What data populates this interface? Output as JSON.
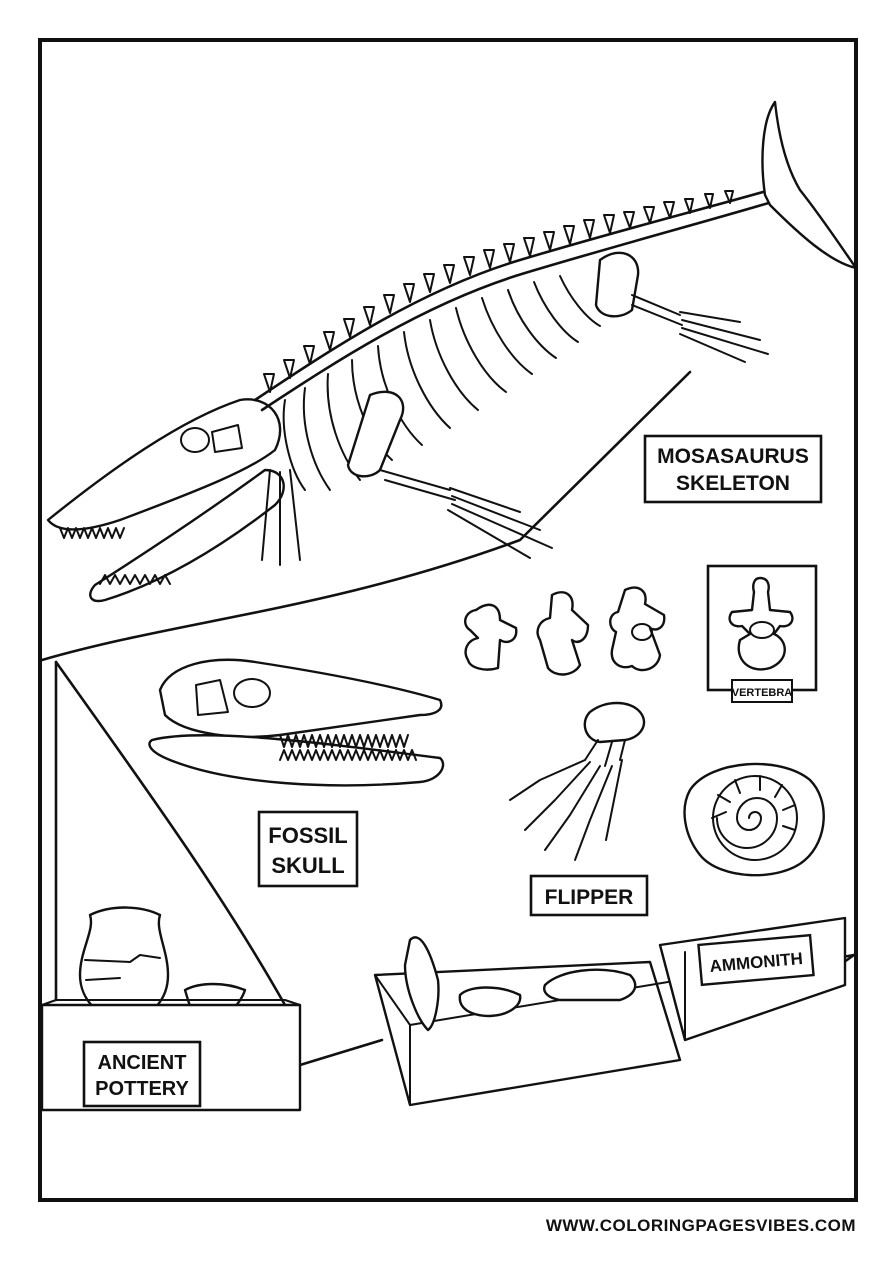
{
  "labels": {
    "mosasaurus": [
      "MOSASAURUS",
      "SKELETON"
    ],
    "fossil_skull": [
      "FOSSIL",
      "SKULL"
    ],
    "flipper": "FLIPPER",
    "vertebra": "VERTEBRA",
    "ancient_pottery": [
      "ANCIENT",
      "POTTERY"
    ],
    "ammonith": "AMMONITH"
  },
  "credit": "WWW.COLORINGPAGESVIBES.COM",
  "colors": {
    "ink": "#111111",
    "paper": "#ffffff"
  }
}
